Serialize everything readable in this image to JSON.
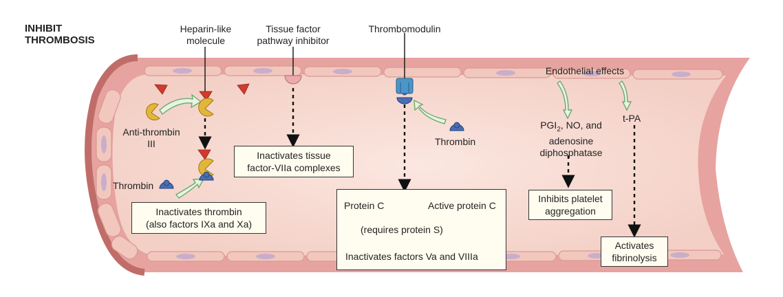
{
  "title": {
    "line1": "INHIBIT",
    "line2": "THROMBOSIS"
  },
  "labels": {
    "heparin_line1": "Heparin-like",
    "heparin_line2": "molecule",
    "tfpi_line1": "Tissue factor",
    "tfpi_line2": "pathway inhibitor",
    "thrombomodulin": "Thrombomodulin",
    "endothelial_effects": "Endothelial effects",
    "antithrombin_line1": "Anti-thrombin",
    "antithrombin_line2": "III",
    "thrombin_left": "Thrombin",
    "thrombin_right": "Thrombin",
    "pgi_prefix": "PGI",
    "pgi_sub": "2",
    "pgi_suffix": ", NO, and",
    "pgi_line2": "adenosine",
    "pgi_line3": "diphosphatase",
    "tpa": "t-PA"
  },
  "boxes": {
    "tfvii_line1": "Inactivates tissue",
    "tfvii_line2": "factor-VIIa complexes",
    "thrombin_line1": "Inactivates thrombin",
    "thrombin_line2": "(also factors IXa and Xa)",
    "proteinc_from": "Protein C",
    "proteinc_to": "Active protein C",
    "proteinc_req": "(requires protein S)",
    "proteinc_result": "Inactivates factors Va and VIIIa",
    "platelet_line1": "Inhibits platelet",
    "platelet_line2": "aggregation",
    "fibrin_line1": "Activates",
    "fibrin_line2": "fibrinolysis"
  },
  "colors": {
    "vessel_wall": "#e9a6a4",
    "vessel_wall_dark": "#c77572",
    "lumen": "#f7dcd4",
    "endothelial_cell": "#f3c9c0",
    "nucleus": "#c8a8c8",
    "arrow_green": "#9ccf9c",
    "antithrombin": "#e1b53a",
    "thrombin": "#4a6fb5",
    "heparin_triangle": "#d23b2f",
    "thrombomodulin": "#4c95c8"
  }
}
